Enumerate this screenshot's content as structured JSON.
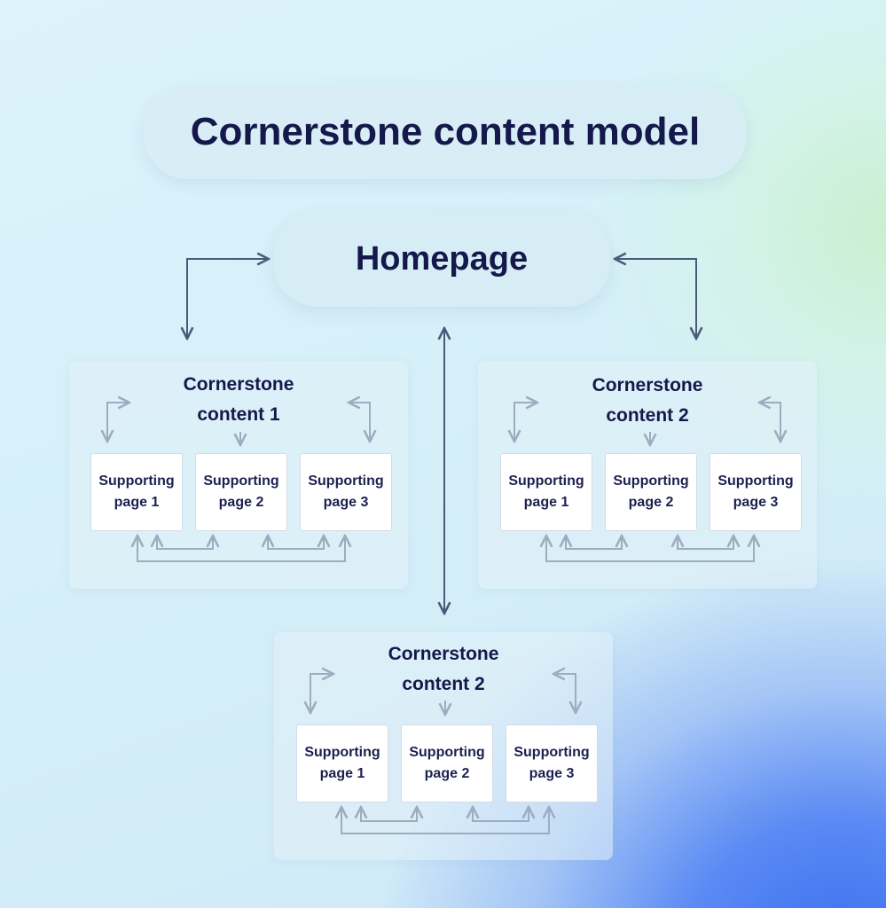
{
  "title": "Cornerstone content model",
  "homepage": "Homepage",
  "clusters": [
    {
      "title_line1": "Cornerstone",
      "title_line2": "content 1",
      "pages": [
        {
          "l1": "Supporting",
          "l2": "page 1"
        },
        {
          "l1": "Supporting",
          "l2": "page 2"
        },
        {
          "l1": "Supporting",
          "l2": "page 3"
        }
      ]
    },
    {
      "title_line1": "Cornerstone",
      "title_line2": "content 2",
      "pages": [
        {
          "l1": "Supporting",
          "l2": "page 1"
        },
        {
          "l1": "Supporting",
          "l2": "page 2"
        },
        {
          "l1": "Supporting",
          "l2": "page 3"
        }
      ]
    },
    {
      "title_line1": "Cornerstone",
      "title_line2": "content 2",
      "pages": [
        {
          "l1": "Supporting",
          "l2": "page 1"
        },
        {
          "l1": "Supporting",
          "l2": "page 2"
        },
        {
          "l1": "Supporting",
          "l2": "page 3"
        }
      ]
    }
  ],
  "colors": {
    "text": "#14184a",
    "arrow": "#4c5a7a"
  }
}
